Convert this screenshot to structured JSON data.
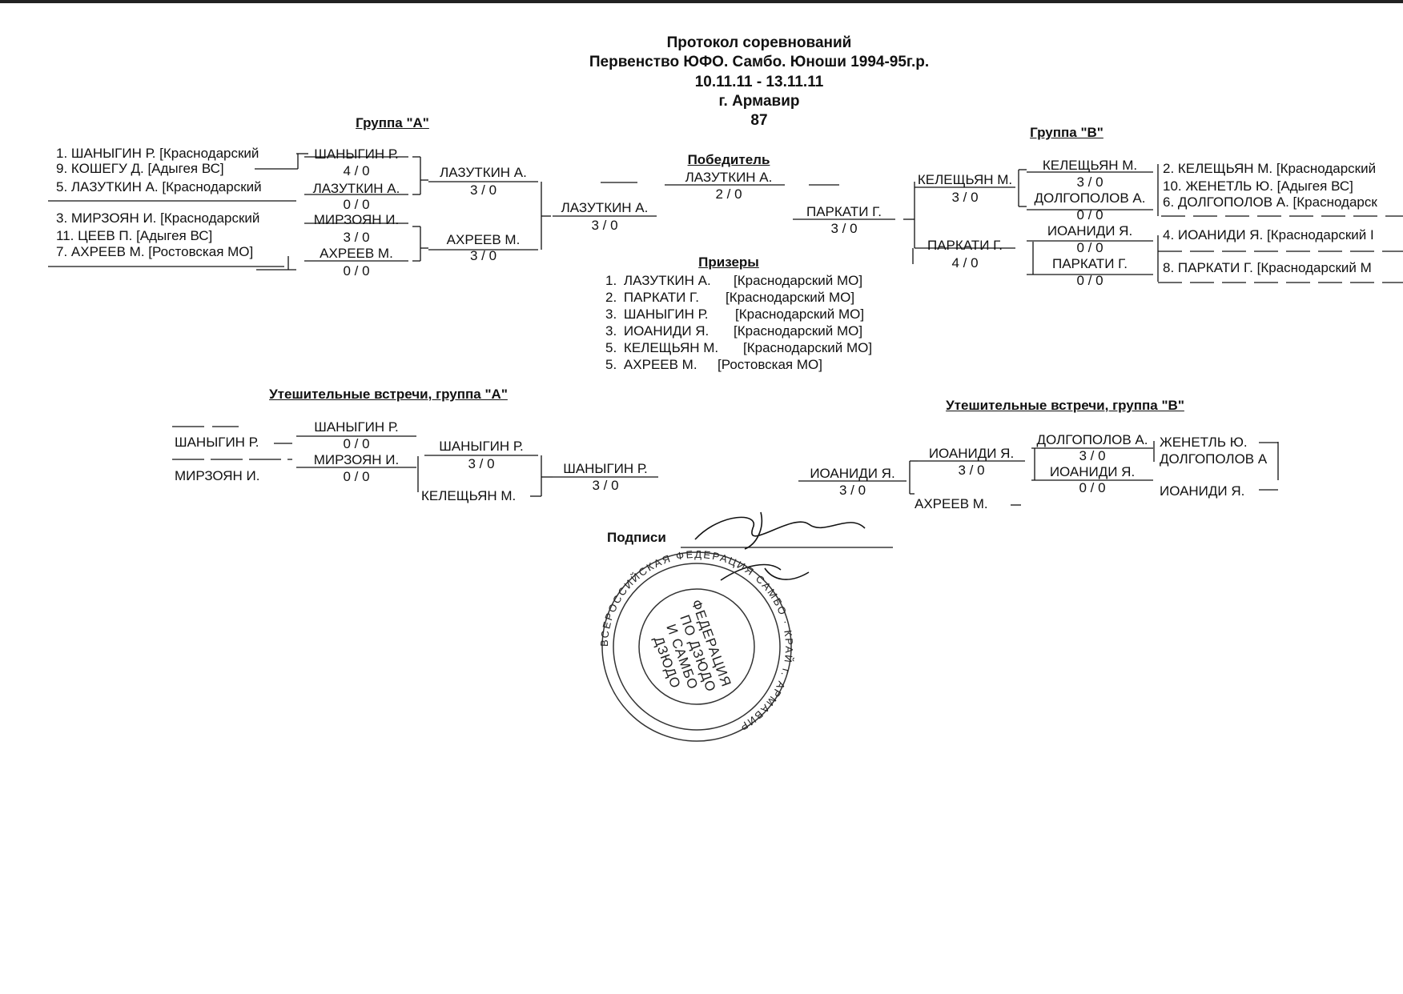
{
  "header": {
    "title": "Протокол соревнований",
    "event": "Первенство ЮФО. Самбо. Юноши 1994-95г.р.",
    "dates": "10.11.11 - 13.11.11",
    "city": "г. Армавир",
    "weight": "87"
  },
  "group_a": {
    "title": "Группа  \"А\"",
    "entries": [
      "1. ШАНЫГИН Р.  [Краснодарский",
      "9. КОШЕГУ Д.  [Адыгея  ВС]",
      "5. ЛАЗУТКИН А.  [Краснодарский",
      "3. МИРЗОЯН И.  [Краснодарский",
      "11. ЦЕЕВ П.  [Адыгея  ВС]",
      "7. АХРЕЕВ М.  [Ростовская  МО]"
    ],
    "r1": [
      {
        "name": "ШАНЫГИН Р.",
        "score": "4  /  0"
      },
      {
        "name": "ЛАЗУТКИН А.",
        "score": "0  /  0"
      },
      {
        "name": "МИРЗОЯН И.",
        "score": "3  /  0"
      },
      {
        "name": "АХРЕЕВ М.",
        "score": "0  /  0"
      }
    ],
    "r2": [
      {
        "name": "ЛАЗУТКИН А.",
        "score": "3  /  0"
      },
      {
        "name": "АХРЕЕВ М.",
        "score": "3  /  0"
      }
    ],
    "final": {
      "name": "ЛАЗУТКИН А.",
      "score": "3  /  0"
    }
  },
  "winner": {
    "title": "Победитель",
    "name": "ЛАЗУТКИН А.",
    "score": "2  /  0"
  },
  "group_b": {
    "title": "Группа  \"В\"",
    "entries": [
      "2. КЕЛЕЩЬЯН М.  [Краснодарский",
      "10. ЖЕНЕТЛЬ Ю.  [Адыгея  ВС]",
      "6. ДОЛГОПОЛОВ А.  [Краснодарск",
      "4. ИОАНИДИ Я.  [Краснодарский  I",
      "8. ПАРКАТИ Г.  [Краснодарский  М"
    ],
    "r1": [
      {
        "name": "КЕЛЕЩЬЯН М.",
        "score": "3  /  0"
      },
      {
        "name": "ДОЛГОПОЛОВ А.",
        "score": "0  /  0"
      },
      {
        "name": "ИОАНИДИ Я.",
        "score": "0  /  0"
      },
      {
        "name": "ПАРКАТИ Г.",
        "score": "0  /  0"
      }
    ],
    "r2": [
      {
        "name": "КЕЛЕЩЬЯН М.",
        "score": "3  /  0"
      },
      {
        "name": "ПАРКАТИ Г.",
        "score": "4  /  0"
      }
    ],
    "final": {
      "name": "ПАРКАТИ Г.",
      "score": "3  /  0"
    }
  },
  "prizers": {
    "title": "Призеры",
    "items": [
      {
        "place": "1.",
        "name": "ЛАЗУТКИН А.",
        "team": "[Краснодарский  МО]"
      },
      {
        "place": "2.",
        "name": "ПАРКАТИ Г.",
        "team": "[Краснодарский  МО]"
      },
      {
        "place": "3.",
        "name": "ШАНЫГИН Р.",
        "team": "[Краснодарский  МО]"
      },
      {
        "place": "3.",
        "name": "ИОАНИДИ Я.",
        "team": "[Краснодарский  МО]"
      },
      {
        "place": "5.",
        "name": "КЕЛЕЩЬЯН М.",
        "team": "[Краснодарский  МО]"
      },
      {
        "place": "5.",
        "name": "АХРЕЕВ М.",
        "team": "[Ростовская  МО]"
      }
    ]
  },
  "repechage_a": {
    "title": "Утешительные встречи, группа \"А\"",
    "entries": [
      "ШАНЫГИН Р.",
      "МИРЗОЯН И."
    ],
    "r1": [
      {
        "name": "ШАНЫГИН Р.",
        "score": "0  /  0"
      },
      {
        "name": "МИРЗОЯН И.",
        "score": "0  /  0"
      }
    ],
    "r2": {
      "name": "ШАНЫГИН Р.",
      "score": "3  /  0"
    },
    "opponent": "КЕЛЕЩЬЯН М.",
    "final": {
      "name": "ШАНЫГИН Р.",
      "score": "3  /  0"
    }
  },
  "repechage_b": {
    "title": "Утешительные встречи, группа \"В\"",
    "entries": [
      "ЖЕНЕТЛЬ Ю.",
      "ДОЛГОПОЛОВ А",
      "ИОАНИДИ Я."
    ],
    "r1": [
      {
        "name": "ДОЛГОПОЛОВ А.",
        "score": "3  /  0"
      },
      {
        "name": "ИОАНИДИ Я.",
        "score": "0  /  0"
      }
    ],
    "r2": {
      "name": "ИОАНИДИ Я.",
      "score": "3  /  0"
    },
    "opponent": "АХРЕЕВ М.",
    "final": {
      "name": "ИОАНИДИ Я.",
      "score": "3  /  0"
    }
  },
  "signature": {
    "label": "Подписи"
  },
  "stamp": {
    "outer_text": "ВСЕРОССИЙСКАЯ ФЕДЕРАЦИЯ САМБО · КРАЙ г. АРМАВИР",
    "inner_lines": [
      "ФЕДЕРАЦИЯ",
      "ПО ДЗЮДО",
      "И САМБО",
      "ДЗЮДО"
    ]
  }
}
